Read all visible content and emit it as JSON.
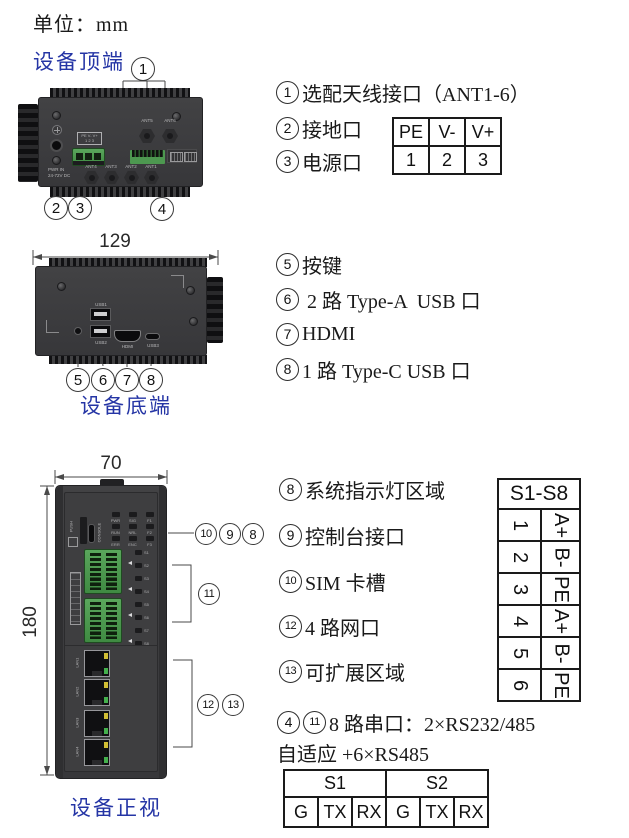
{
  "unit_label": "单位：mm",
  "colors": {
    "accent_blue": "#2535a5",
    "terminal_green": "#4d9850",
    "led_yellow": "#d2bf35",
    "led_green": "#44b04c"
  },
  "top_view": {
    "heading": "设备顶端",
    "callouts": {
      "c1": "1",
      "c2": "2",
      "c3": "3",
      "c4": "4"
    },
    "notes": [
      {
        "num": "1",
        "text": "选配天线接口（ANT1-6）"
      },
      {
        "num": "2",
        "text": "接地口"
      },
      {
        "num": "3",
        "text": "电源口"
      }
    ],
    "power_table": {
      "headers": [
        "PE",
        "V-",
        "V+"
      ],
      "values": [
        "1",
        "2",
        "3"
      ]
    },
    "device": {
      "pwr_line1": "PWR IN",
      "pwr_line2": "24-72V DC",
      "pin_box_top": "PE V- V+",
      "pin_box_bottom": "1 2 3",
      "ant_labels": [
        "ANT4",
        "ANT3",
        "ANT2",
        "ANT1"
      ],
      "ant5": "ANT5",
      "ant6": "ANT6"
    }
  },
  "bottom_view": {
    "heading": "设备底端",
    "width_dim": "129",
    "callouts": {
      "c5": "5",
      "c6": "6",
      "c7": "7",
      "c8": "8"
    },
    "notes": [
      {
        "num": "5",
        "text": "按键"
      },
      {
        "num": "6",
        "text": " 2 路 Type-A  USB 口"
      },
      {
        "num": "7",
        "text": "HDMI"
      },
      {
        "num": "8",
        "text": "1 路 Type-C USB 口"
      }
    ],
    "device": {
      "usb1": "USB1",
      "usb2": "USB2",
      "hdmi": "HDMI",
      "usb3": "USB3"
    }
  },
  "front_view": {
    "heading": "设备正视",
    "width_dim": "70",
    "height_dim": "180",
    "callouts": {
      "c8": "8",
      "c9": "9",
      "c10": "10",
      "c11": "11",
      "c12": "12",
      "c13": "13"
    },
    "notes": [
      {
        "num": "8",
        "text": "系统指示灯区域"
      },
      {
        "num": "9",
        "text": "控制台接口"
      },
      {
        "num": "10",
        "text": "SIM 卡槽"
      },
      {
        "num": "12",
        "text": "4 路网口"
      },
      {
        "num": "13",
        "text": "可扩展区域"
      }
    ],
    "s_table": {
      "title": "S1-S8",
      "rows": [
        [
          "1",
          "A+"
        ],
        [
          "2",
          "B-"
        ],
        [
          "3",
          "PE"
        ],
        [
          "4",
          "A+"
        ],
        [
          "5",
          "B-"
        ],
        [
          "6",
          "PE"
        ]
      ]
    },
    "serial_note": {
      "num1": "4",
      "num2": "11",
      "line1": "8 路串口：2×RS232/485",
      "line2": "自适应 +6×RS485"
    },
    "serial_table": {
      "groups": [
        "S1",
        "S2"
      ],
      "pins": [
        "G",
        "TX",
        "RX",
        "G",
        "TX",
        "RX"
      ]
    },
    "device": {
      "sim_label": "PUSH",
      "console_label": "CONSOLE",
      "led_labels": [
        "PWR",
        "SIG",
        "F1",
        "RUN",
        "NRL",
        "F2",
        "ERR",
        "ENC",
        "F3"
      ],
      "s_leds": [
        "S1",
        "S2",
        "S3",
        "S4",
        "S5",
        "S6",
        "S7",
        "S8"
      ],
      "lan_labels": [
        "LAN1",
        "LAN2",
        "LAN3",
        "LAN4"
      ]
    }
  }
}
